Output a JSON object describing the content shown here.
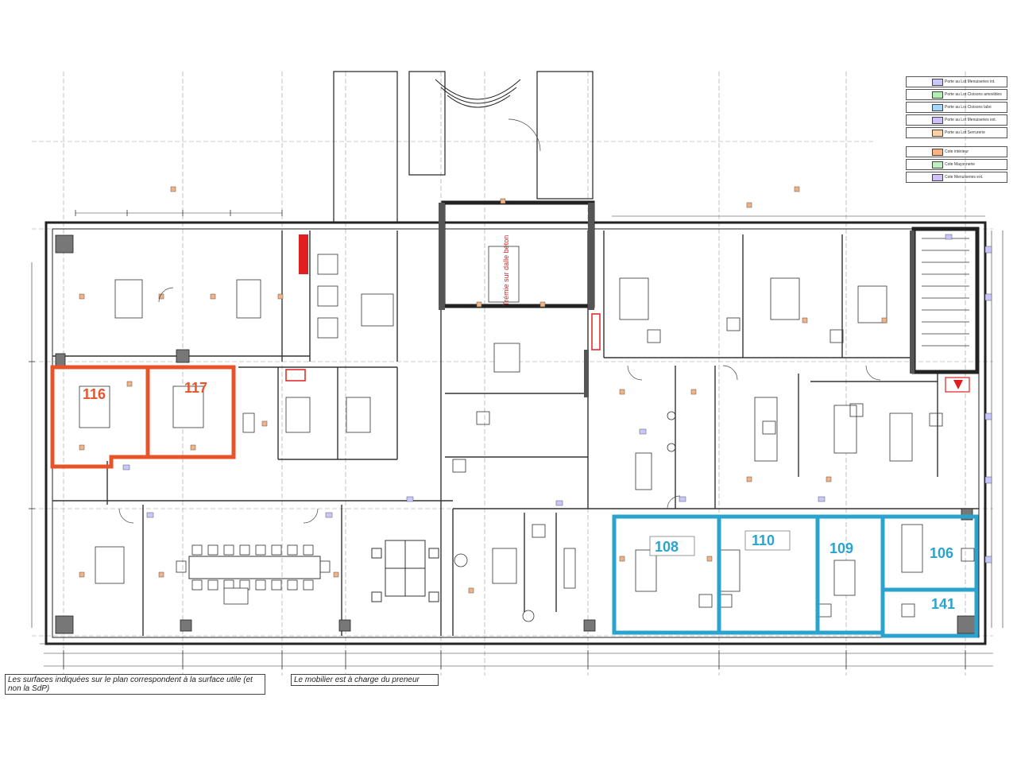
{
  "notes": {
    "surfaces": "Les surfaces indiquées sur le plan correspondent à la surface utile (et non la SdP)",
    "mobilier": "Le mobilier est à charge du preneur"
  },
  "legend": [
    {
      "label": "Porte au Lot Menuiseries int.",
      "color": "#c8c8ff"
    },
    {
      "label": "Porte au Lot Cloisons amovibles",
      "color": "#b0f0b0"
    },
    {
      "label": "Porte au Lot Cloisons labo",
      "color": "#a0d8ff"
    },
    {
      "label": "Porte au Lot Menuiseries ext.",
      "color": "#d0c0ff"
    },
    {
      "label": "Porte au Lot Serrurerie",
      "color": "#ffd0a0"
    },
    {
      "label": "Cote intérieur",
      "color": "#ffb080"
    },
    {
      "label": "Cote Maçonnerie",
      "color": "#c0f0c0"
    },
    {
      "label": "Cote Menuiseries ext.",
      "color": "#d0c0ff"
    }
  ],
  "highlight_colors": {
    "orange": "#e8542a",
    "blue": "#2ba3cf"
  },
  "rooms": {
    "orange": [
      {
        "id": "116"
      },
      {
        "id": "117"
      }
    ],
    "blue": [
      {
        "id": "108"
      },
      {
        "id": "110"
      },
      {
        "id": "109"
      },
      {
        "id": "106"
      },
      {
        "id": "141"
      }
    ]
  },
  "red_notes": [
    "Trémie sur dalle béton"
  ]
}
